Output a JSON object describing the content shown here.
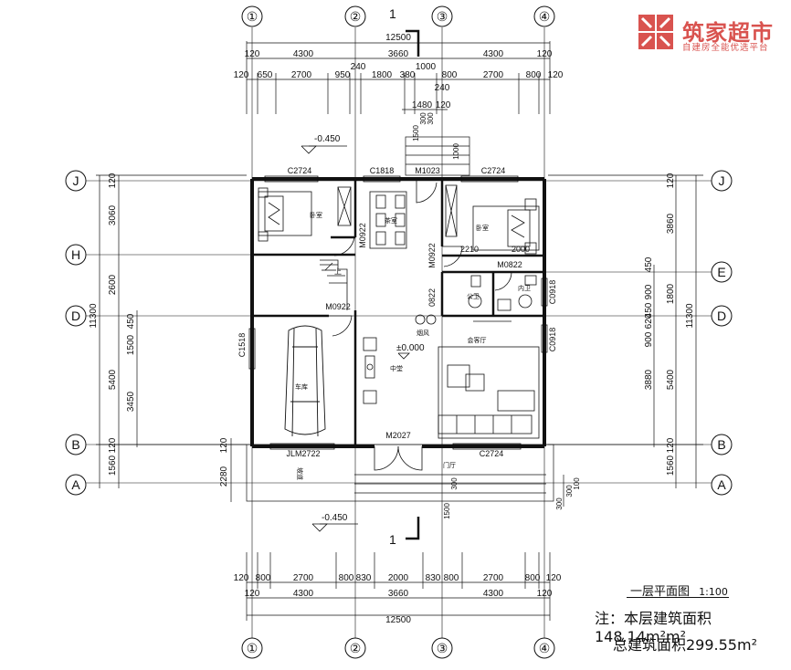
{
  "brand": {
    "name": "筑家超市",
    "slogan": "自建房全能优选平台",
    "registered_mark": "®",
    "color": "#d9534f"
  },
  "drawing": {
    "title": "一层平面图",
    "scale": "1:100",
    "note_floor_area": "注：本层建筑面积148.14m²m²",
    "note_total_area": "总建筑面积299.55m²"
  },
  "axes": {
    "numeric": [
      "①",
      "②",
      "③",
      "④"
    ],
    "alpha": [
      "J",
      "H",
      "D",
      "B",
      "A",
      "E"
    ]
  },
  "dimensions": {
    "top_total": "12500",
    "top_spans": [
      "4300",
      "3660",
      "4300"
    ],
    "top_ends": [
      "120",
      "120"
    ],
    "top_detail": [
      "120",
      "650",
      "2700",
      "950",
      "1800",
      "380",
      "800",
      "2700",
      "800",
      "120"
    ],
    "top_misc": [
      "240",
      "1000",
      "240",
      "1480",
      "120"
    ],
    "bottom_total": "12500",
    "bottom_spans": [
      "4300",
      "3660",
      "4300"
    ],
    "bottom_ends": [
      "120",
      "120"
    ],
    "bottom_detail": [
      "120",
      "800",
      "2700",
      "800",
      "830",
      "2000",
      "830",
      "800",
      "2700",
      "800",
      "120"
    ],
    "left_total": "11300",
    "left_spans": [
      "3060",
      "2600",
      "5400"
    ],
    "left_detail": [
      "120",
      "450",
      "1500",
      "3450",
      "120",
      "1560",
      "2280",
      "120"
    ],
    "right_total": "11300",
    "right_spans": [
      "3860",
      "1800",
      "5400"
    ],
    "right_detail": [
      "120",
      "450",
      "900",
      "450",
      "900",
      "620",
      "3880",
      "120",
      "1560"
    ],
    "stair": [
      "1500",
      "300",
      "300",
      "1000",
      "1500",
      "300",
      "300",
      "300",
      "100"
    ]
  },
  "rooms": {
    "bedroom_l": "卧室",
    "study": "茶室",
    "bedroom_r": "卧室",
    "bath_public": "公卫",
    "bath_private": "内卫",
    "garage": "车库",
    "hall": "中堂",
    "living": "会客厅",
    "entry": "门厅",
    "flue": "烟风"
  },
  "openings": {
    "windows": [
      "C2724",
      "C1818",
      "C2724",
      "C1518",
      "C2724",
      "C0918",
      "C0918"
    ],
    "doors": [
      "M1023",
      "M0922",
      "M0922",
      "M0822",
      "M0922",
      "M2027",
      "JLM2722"
    ],
    "other": [
      "2210",
      "2000",
      "0822"
    ]
  },
  "levels": {
    "outdoor_top": "-0.450",
    "indoor": "±0.000",
    "outdoor_bottom": "-0.450"
  },
  "section": {
    "mark": "1"
  },
  "misc": {
    "up": "上",
    "ramp": "坡道"
  }
}
